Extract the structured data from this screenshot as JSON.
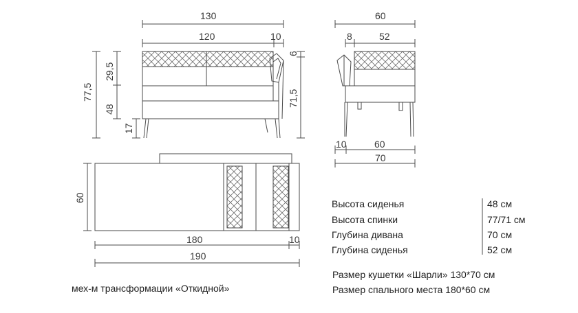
{
  "dimensions": {
    "front_width_total": "130",
    "front_seat_width": "120",
    "front_arm_width": "10",
    "front_height_total": "77,5",
    "front_back_height": "29,5",
    "front_seat_height": "48",
    "front_leg_height": "17",
    "front_cushion_height": "6",
    "front_height_arm": "71,5",
    "side_depth_top": "60",
    "side_back_thickness": "8",
    "side_seat_depth": "52",
    "side_arm_bottom": "10",
    "side_seat_bottom": "60",
    "side_depth_total": "70",
    "plan_depth": "60",
    "plan_sleep_length": "180",
    "plan_arm": "10",
    "plan_total_length": "190"
  },
  "specs": [
    {
      "label": "Высота сиденья",
      "value": "48 см"
    },
    {
      "label": "Высота спинки",
      "value": "77/71 см"
    },
    {
      "label": "Глубина дивана",
      "value": "70 см"
    },
    {
      "label": "Глубина сиденья",
      "value": "52 см"
    }
  ],
  "sizes": {
    "couch": "Размер кушетки «Шарли» 130*70 см",
    "sleeping": "Размер спального места 180*60 см"
  },
  "mechanism_note": "мех-м трансформации «Откидной»"
}
